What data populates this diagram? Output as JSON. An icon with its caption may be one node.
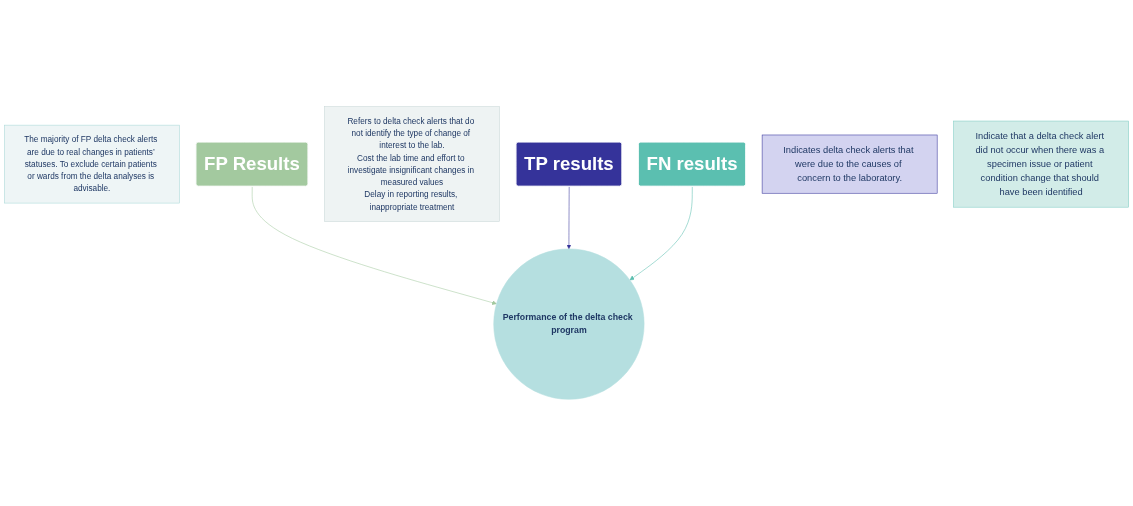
{
  "diagram": {
    "nodes": [
      {
        "text": [
          "The majority of FP delta check alerts are due to real changes in patients’ statuses. To exclude certain patients or wards from the delta analyses is advisable."
        ]
      },
      {
        "text": [
          "FP Results"
        ]
      },
      {
        "text": [
          "Refers to delta check alerts that do not identify the type of change of interest to the lab.",
          "Cost the lab time and effort to investigate insignificant changes in measured values",
          "Delay in reporting results, inappropriate treatment"
        ]
      },
      {
        "text": [
          "TP results"
        ]
      },
      {
        "text": [
          "FN results"
        ]
      },
      {
        "text": [
          "Indicates delta check alerts that were due to the causes of concern to the laboratory."
        ]
      },
      {
        "text": [
          "Performance of the delta check program"
        ]
      },
      {
        "text": [
          "Indicate that a delta check alert did not occur when there was a specimen issue or patient condition change that should have been identified"
        ]
      }
    ],
    "edges": [
      {
        "from": 1,
        "to": 6,
        "arrow": "to",
        "color": "#a3c99f"
      },
      {
        "from": 3,
        "to": 6,
        "arrow": "to",
        "color": "#35339a"
      },
      {
        "from": 4,
        "to": 6,
        "arrow": "to",
        "color": "#5bbfb0"
      }
    ]
  }
}
